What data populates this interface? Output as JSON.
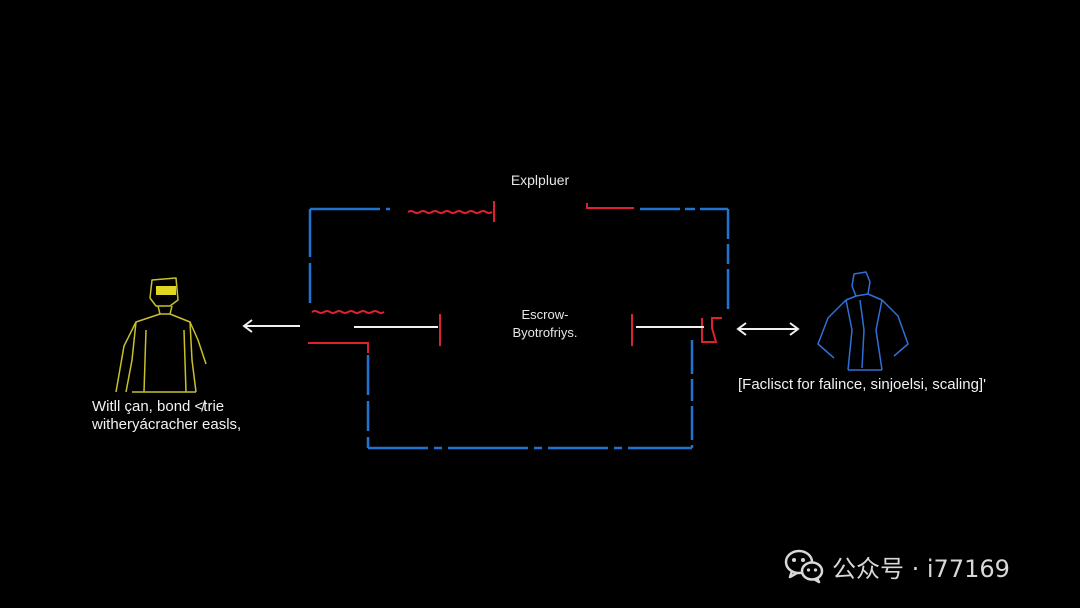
{
  "diagram": {
    "title": "Explpluer",
    "center_label": [
      "Escrow-",
      "Byotrofriys."
    ],
    "left_caption": [
      "Witll çan, bond ≮trie",
      "witherуácracher easls,"
    ],
    "right_caption": "[Faclisct for falince, sinjoelsi, scaling]'",
    "colors": {
      "background": "#000000",
      "blue": "#1e74d0",
      "red": "#e01f2f",
      "white": "#f0f0f0",
      "yellow_figure": "#c8c02a",
      "blue_figure": "#2f6fd8"
    }
  },
  "icons": {
    "left_figure": "person-yellow-icon",
    "right_figure": "person-blue-icon",
    "left_arrow": "arrow-left-icon",
    "right_arrow": "arrow-bidirectional-icon"
  },
  "watermark": {
    "text": "公众号 · i77169",
    "icon": "wechat-icon"
  }
}
